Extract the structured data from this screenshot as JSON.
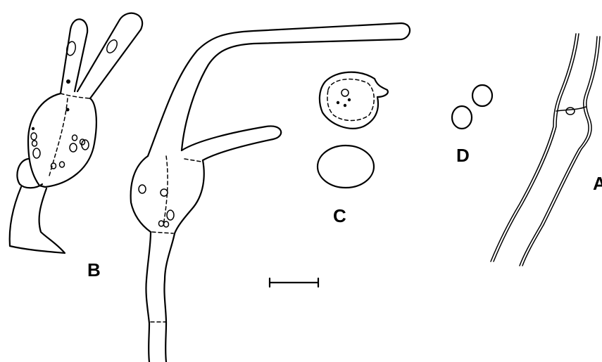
{
  "labels": {
    "a": "A",
    "b": "B",
    "c": "C",
    "d": "D"
  },
  "icons": {
    "scale_bar": "scale-bar-icon"
  }
}
